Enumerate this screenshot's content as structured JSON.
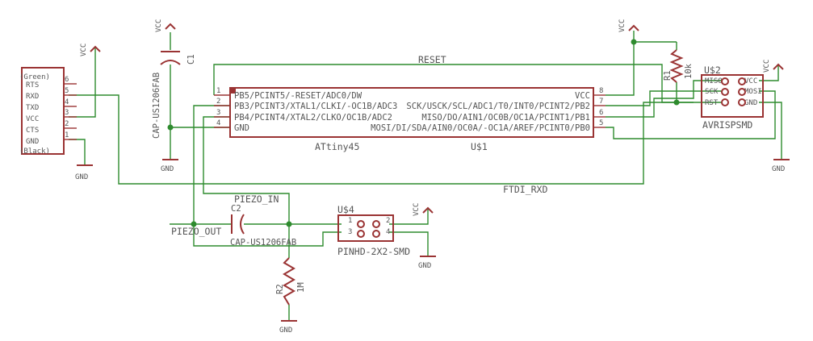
{
  "ftdi": {
    "top_label": "(Green)",
    "bottom_label": "(Black)",
    "pins": [
      {
        "name": "RTS",
        "num": "6"
      },
      {
        "name": "RXD",
        "num": "5"
      },
      {
        "name": "TXD",
        "num": "4"
      },
      {
        "name": "VCC",
        "num": "3"
      },
      {
        "name": "CTS",
        "num": "2"
      },
      {
        "name": "GND",
        "num": "1"
      }
    ]
  },
  "attiny": {
    "name": "ATtiny45",
    "ref": "U$1",
    "left_pins": [
      {
        "label": "PB5/PCINT5/-RESET/ADC0/DW",
        "num": "1"
      },
      {
        "label": "PB3/PCINT3/XTAL1/CLKI/-OC1B/ADC3",
        "num": "2"
      },
      {
        "label": "PB4/PCINT4/XTAL2/CLKO/OC1B/ADC2",
        "num": "3"
      },
      {
        "label": "GND",
        "num": "4"
      }
    ],
    "right_pins": [
      {
        "label": "VCC",
        "num": "8"
      },
      {
        "label": "SCK/USCK/SCL/ADC1/T0/INT0/PCINT2/PB2",
        "num": "7"
      },
      {
        "label": "MISO/DO/AIN1/OC0B/OC1A/PCINT1/PB1",
        "num": "6"
      },
      {
        "label": "MOSI/DI/SDA/AIN0/OC0A/-OC1A/AREF/PCINT0/PB0",
        "num": "5"
      }
    ]
  },
  "isp": {
    "ref": "U$2",
    "name": "AVRISPSMD",
    "left_labels": [
      "MISO",
      "SCK",
      "RST"
    ],
    "right_labels": [
      "VCC",
      "MOSI",
      "GND"
    ]
  },
  "pinhd": {
    "ref": "U$4",
    "name": "PINHD-2X2-SMD",
    "pins": [
      "1",
      "2",
      "3",
      "4"
    ]
  },
  "c1": {
    "ref": "C1",
    "value": "CAP-US1206FAB"
  },
  "c2": {
    "ref": "C2",
    "value": "CAP-US1206FAB"
  },
  "r1": {
    "ref": "R1",
    "value": "10k"
  },
  "r2": {
    "ref": "R2",
    "value": "1M"
  },
  "nets": {
    "reset": "RESET",
    "ftdi_rxd": "FTDI_RXD",
    "piezo_in": "PIEZO_IN",
    "piezo_out": "PIEZO_OUT"
  },
  "power": {
    "vcc": "VCC",
    "gnd": "GND"
  }
}
